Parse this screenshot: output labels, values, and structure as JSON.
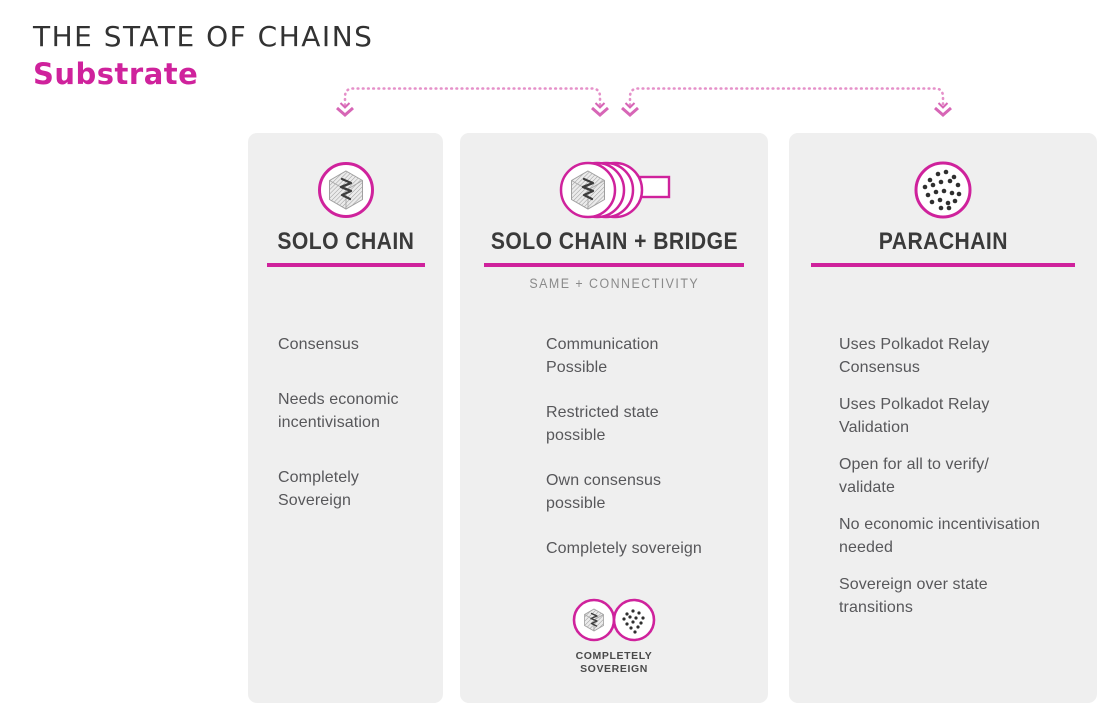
{
  "title": "THE STATE OF CHAINS",
  "subtitle": "Substrate",
  "colors": {
    "accent_pink": "#cf229c",
    "arrow_pink": "#e590c9",
    "arrow_head_pink": "#d766b6",
    "card_bg": "#efefef",
    "heading_text": "#3a3a3a",
    "body_text": "#57575a",
    "title_text": "#323232",
    "icon_dot": "#2f2f2f"
  },
  "columns": [
    {
      "heading": "SOLO CHAIN",
      "icon": "solo-chain-cube-icon",
      "items": [
        "Consensus",
        "Needs economic\nincentivisation",
        "Completely\nSovereign"
      ]
    },
    {
      "heading": "SOLO CHAIN + BRIDGE",
      "subheading": "SAME + CONNECTIVITY",
      "icon": "solo-chain-bridge-icon",
      "items": [
        "Communication\nPossible",
        "Restricted state\npossible",
        "Own consensus\npossible",
        "Completely sovereign"
      ],
      "badge_label": "COMPLETELY\nSOVEREIGN"
    },
    {
      "heading": "PARACHAIN",
      "icon": "parachain-dots-icon",
      "items": [
        "Uses Polkadot Relay\nConsensus",
        "Uses Polkadot Relay\nValidation",
        "Open for all to verify/\nvalidate",
        "No economic incentivisation\nneeded",
        "Sovereign over state\ntransitions"
      ]
    }
  ]
}
